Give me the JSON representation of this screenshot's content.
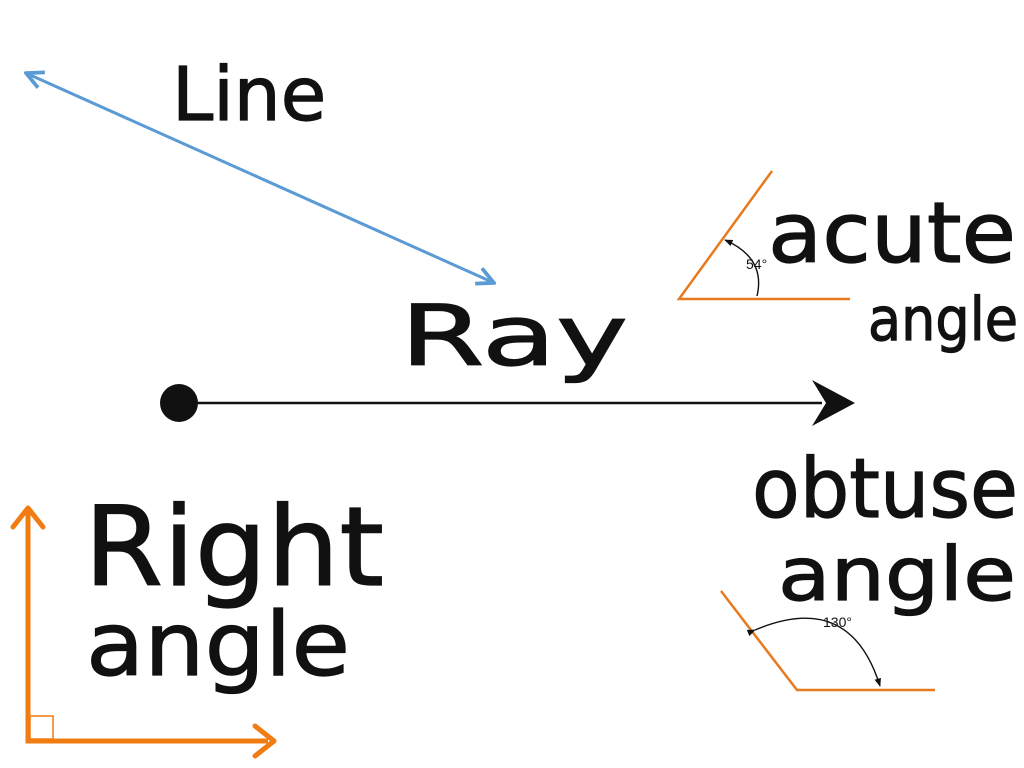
{
  "labels": {
    "line": "Line",
    "ray": "Ray",
    "acute_line1": "acute",
    "acute_line2": "angle",
    "obtuse_line1": "obtuse",
    "obtuse_line2": "angle",
    "right_line1": "Right",
    "right_line2": "angle"
  },
  "measures": {
    "acute": "54°",
    "obtuse": "130°"
  },
  "colors": {
    "line": "#5b9bd5",
    "ray": "#111111",
    "angle": "#e87a1e",
    "right_angle": "#f07c12",
    "annotation": "#111111"
  }
}
